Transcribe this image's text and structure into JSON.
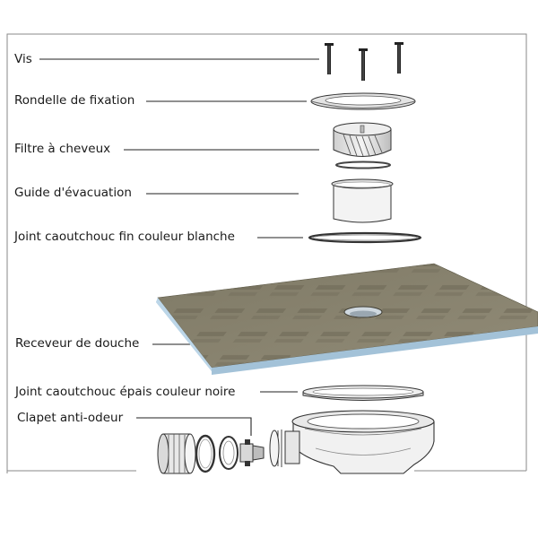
{
  "labels": {
    "vis": "Vis",
    "rondelle": "Rondelle de fixation",
    "filtre": "Filtre à cheveux",
    "guide": "Guide d'évacuation",
    "joint_fin": "Joint caoutchouc fin couleur blanche",
    "receveur": "Receveur de douche",
    "joint_epais": "Joint caoutchouc épais couleur noire",
    "clapet": "Clapet anti-odeur"
  },
  "colors": {
    "frame": "#8a8a8a",
    "leader": "#222222",
    "tray_top": "#8a8470",
    "tray_side": "#a9c7dd",
    "part_outline": "#333333"
  }
}
